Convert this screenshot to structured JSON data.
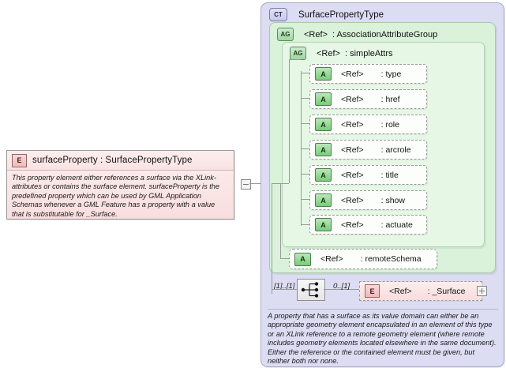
{
  "element": {
    "icon": "element-icon",
    "icon_label": "E",
    "title": "surfaceProperty  :  SurfacePropertyType",
    "documentation": "This property element either references a surface via the XLink-attributes or contains the surface element. surfaceProperty is the predefined property which can be used by GML Application Schemas whenever a GML Feature has a property with a value that is substitutable for _Surface.",
    "expander": "collapse"
  },
  "type_box": {
    "icon_label": "CT",
    "icon": "complextype-icon",
    "title": "SurfacePropertyType",
    "documentation": "A property that has a surface as its value domain can either be an appropriate geometry element encapsulated in an element of this type or an XLink reference to a remote geometry element (where remote includes geometry elements located elsewhere in the same document). Either the reference or the contained element must be given, but neither both nor none."
  },
  "attribute_group_outer": {
    "icon_label": "AG",
    "icon": "attributegroup-icon",
    "ref_label": "<Ref>",
    "name": ": AssociationAttributeGroup"
  },
  "attribute_group_inner": {
    "icon_label": "AG",
    "icon": "attributegroup-icon",
    "ref_label": "<Ref>",
    "name": ": simpleAttrs"
  },
  "attributes": [
    {
      "icon_label": "A",
      "ref_label": "<Ref>",
      "name": ": type"
    },
    {
      "icon_label": "A",
      "ref_label": "<Ref>",
      "name": ": href"
    },
    {
      "icon_label": "A",
      "ref_label": "<Ref>",
      "name": ": role"
    },
    {
      "icon_label": "A",
      "ref_label": "<Ref>",
      "name": ": arcrole"
    },
    {
      "icon_label": "A",
      "ref_label": "<Ref>",
      "name": ": title"
    },
    {
      "icon_label": "A",
      "ref_label": "<Ref>",
      "name": ": show"
    },
    {
      "icon_label": "A",
      "ref_label": "<Ref>",
      "name": ": actuate"
    }
  ],
  "remote_schema": {
    "icon_label": "A",
    "ref_label": "<Ref>",
    "name": ": remoteSchema"
  },
  "compositor": {
    "kind": "choice",
    "occurrence_left": "[1]..[1]",
    "occurrence_right": "0..[1]"
  },
  "surface_element": {
    "icon_label": "E",
    "ref_label": "<Ref>",
    "name": ": _Surface",
    "expander": "expand"
  },
  "colors": {
    "element_fill": "#f9dede",
    "type_fill": "#dcdcf2",
    "attrgroup_outer_fill": "#d9f2d9",
    "attrgroup_inner_fill": "#e6f7e6",
    "line": "#9a9a9a"
  }
}
